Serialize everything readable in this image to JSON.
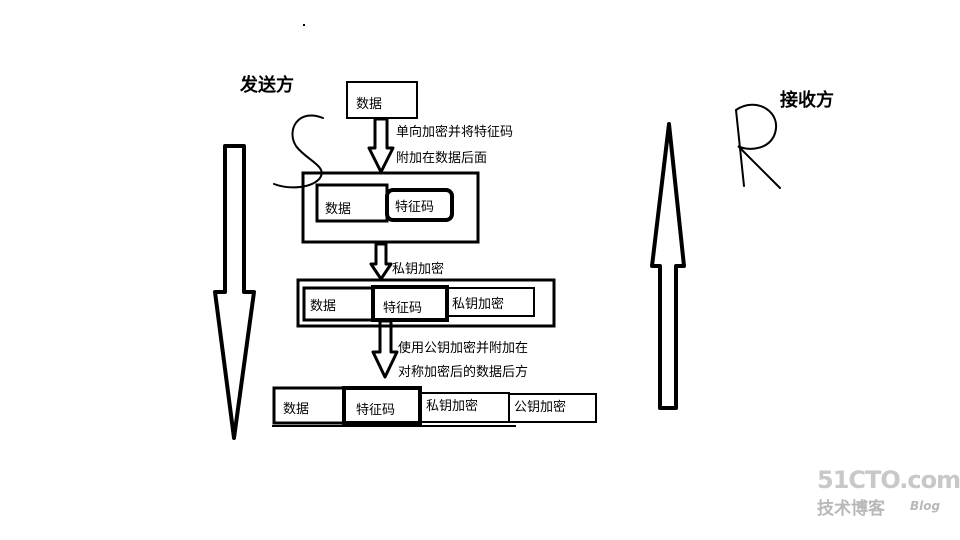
{
  "roles": {
    "sender": "发送方",
    "receiver": "接收方"
  },
  "steps": {
    "step1_line1": "单向加密并将特征码",
    "step1_line2": "附加在数据后面",
    "step2": "私钥加密",
    "step3_line1": "使用公钥加密并附加在",
    "step3_line2": "对称加密后的数据后方"
  },
  "stage1": {
    "data": "数据"
  },
  "stage2": {
    "data": "数据",
    "feature": "特征码"
  },
  "stage3": {
    "data": "数据",
    "feature": "特征码",
    "private_key": "私钥加密"
  },
  "stage4": {
    "data": "数据",
    "feature": "特征码",
    "private_key": "私钥加密",
    "public_key": "公钥加密"
  },
  "watermark": {
    "brand": "51CTO.com",
    "sub": "技术博客",
    "blog": "Blog"
  }
}
